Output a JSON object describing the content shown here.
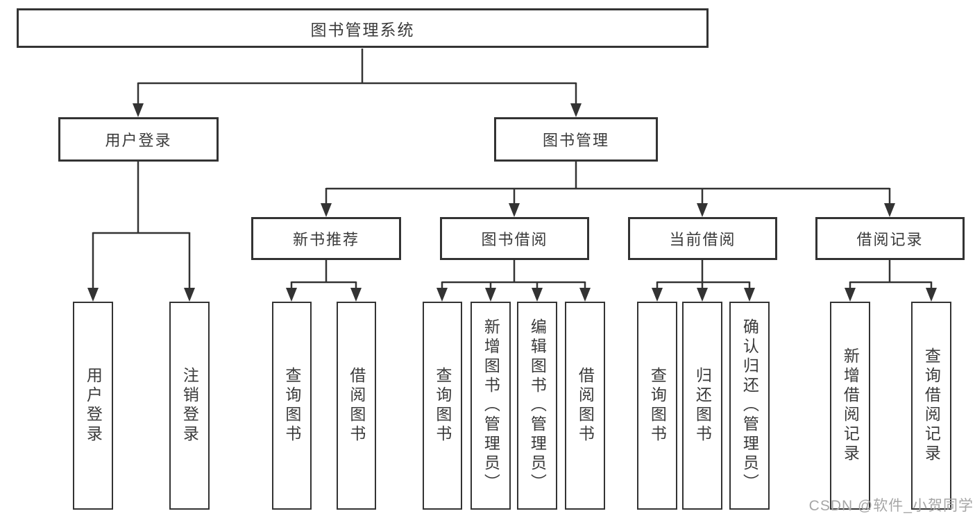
{
  "root": {
    "label": "图书管理系统"
  },
  "branches": [
    {
      "label": "用户登录",
      "children": [
        "用户登录",
        "注销登录"
      ]
    },
    {
      "label": "图书管理",
      "children": [
        {
          "label": "新书推荐",
          "children": [
            "查询图书",
            "借阅图书"
          ]
        },
        {
          "label": "图书借阅",
          "children": [
            "查询图书",
            "新增图书（管理员）",
            "编辑图书（管理员）",
            "借阅图书"
          ]
        },
        {
          "label": "当前借阅",
          "children": [
            "查询图书",
            "归还图书",
            "确认归还（管理员）"
          ]
        },
        {
          "label": "借阅记录",
          "children": [
            "新增借阅记录",
            "查询借阅记录"
          ]
        }
      ]
    }
  ],
  "watermark": "CSDN @软件_小贺同学",
  "colors": {
    "line": "#333333",
    "text": "#3a3a3a",
    "watermark": "#a6a6a6",
    "background": "#ffffff"
  }
}
